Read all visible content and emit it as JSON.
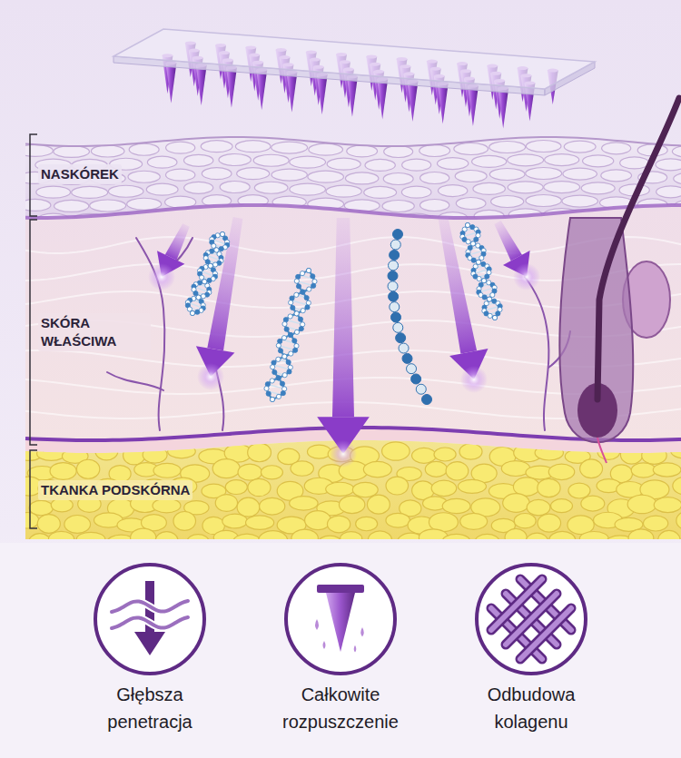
{
  "diagram": {
    "nodes": [
      {
        "text": [
          "Głębsza penetracja"
        ]
      },
      {
        "text": [
          "Całkowite rozpuszczenie"
        ]
      },
      {
        "text": [
          "Odbudowa kolagenu"
        ]
      }
    ],
    "labels": [
      "NASKÓREK",
      "SKÓRA WŁAŚCIWA",
      "TKANKA PODSKÓRNA"
    ]
  }
}
